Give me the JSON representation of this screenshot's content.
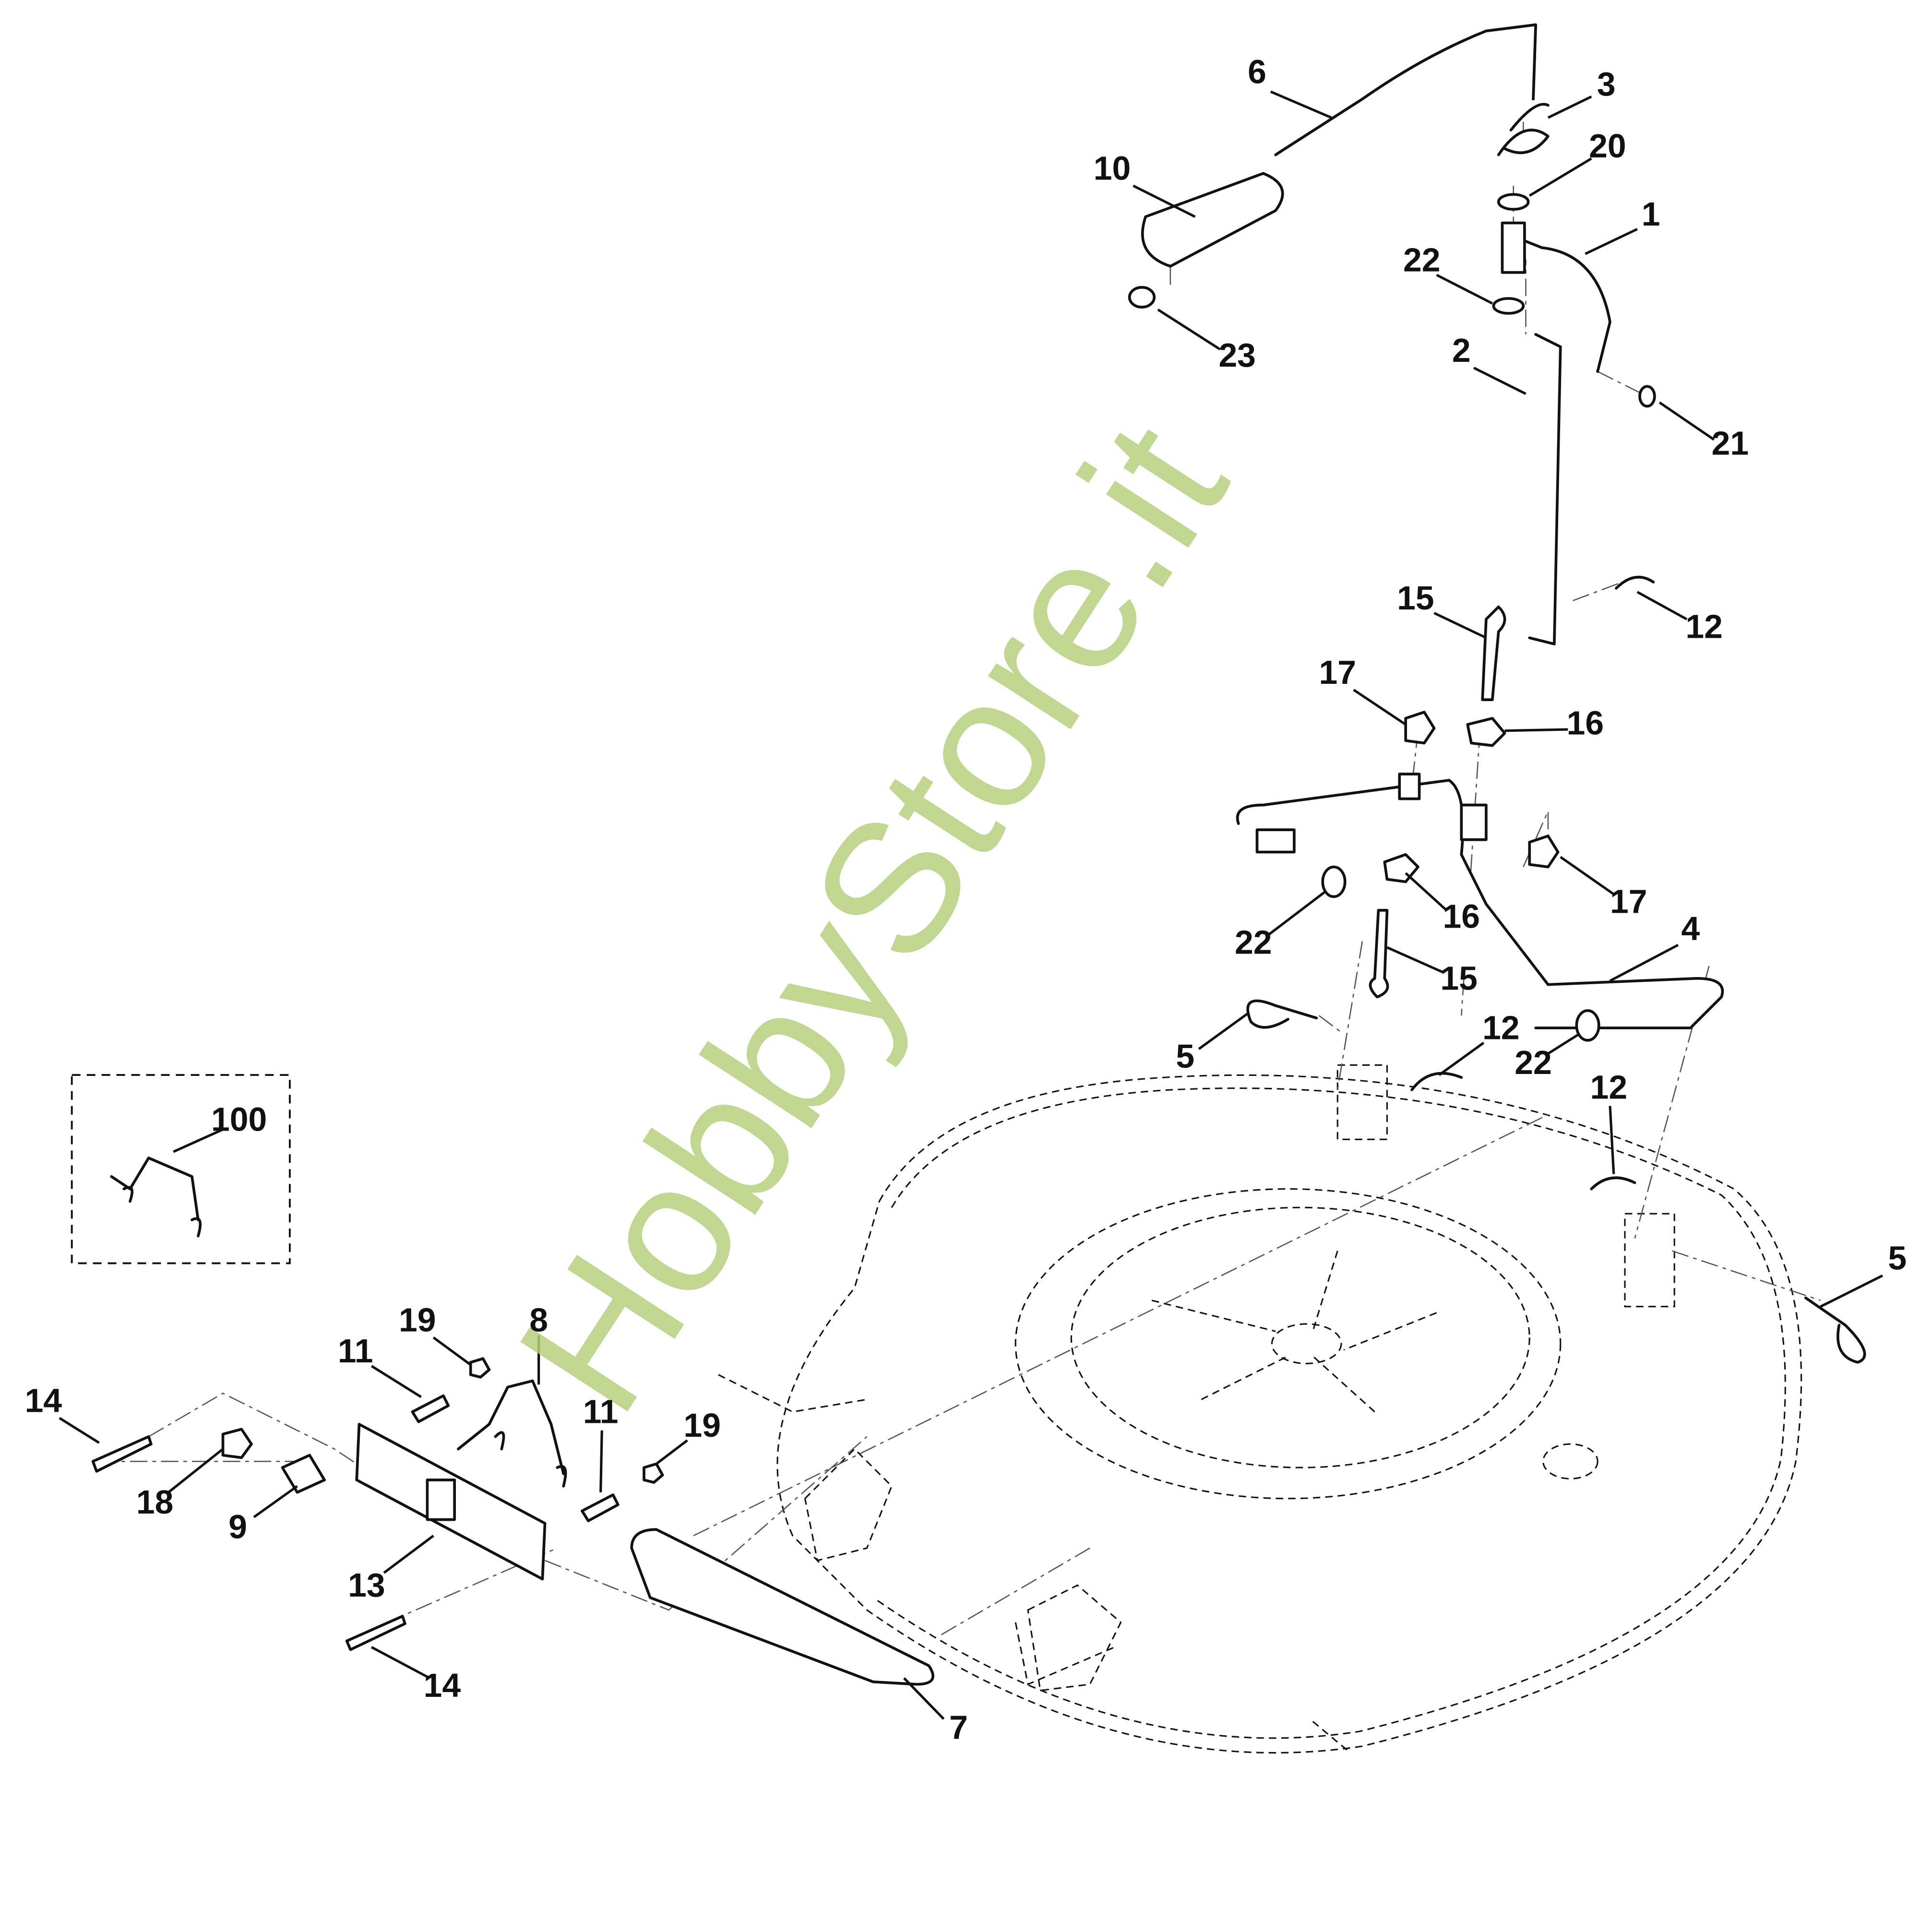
{
  "diagram": {
    "watermark": "HobbyStore.it",
    "labels": [
      "6",
      "3",
      "20",
      "10",
      "1",
      "22",
      "23",
      "2",
      "21",
      "15",
      "12",
      "17",
      "16",
      "17",
      "16",
      "22",
      "15",
      "4",
      "12",
      "5",
      "22",
      "12",
      "100",
      "5",
      "19",
      "8",
      "11",
      "14",
      "11",
      "19",
      "18",
      "9",
      "13",
      "14",
      "7"
    ]
  }
}
